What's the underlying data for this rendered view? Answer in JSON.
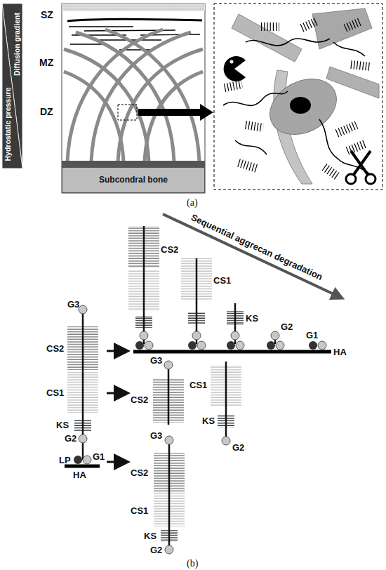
{
  "diagram": {
    "nodes": [
      {
        "text": [
          "Diffusion gradient"
        ]
      },
      {
        "text": [
          "Hydrostatic pressure"
        ]
      },
      {
        "text": [
          "Subcondral bone"
        ]
      }
    ],
    "labels": [
      "SZ",
      "MZ",
      "DZ",
      "(a)",
      "Sequential aggrecan degradation",
      "CS2",
      "CS1",
      "KS",
      "G2",
      "G1",
      "HA",
      "G3",
      "CS2",
      "CS1",
      "KS",
      "G2",
      "LP",
      "G1",
      "HA",
      "G3",
      "CS2",
      "CS1",
      "KS",
      "G2",
      "G3",
      "CS2",
      "CS1",
      "KS",
      "G2",
      "(b)"
    ]
  }
}
